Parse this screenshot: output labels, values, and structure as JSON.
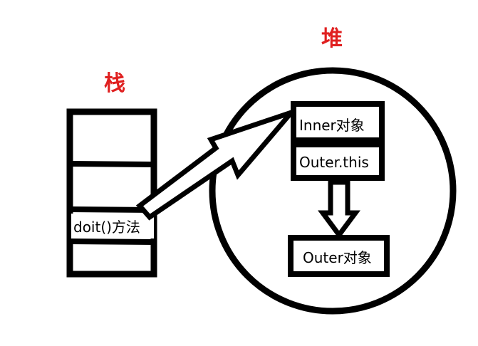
{
  "stack": {
    "title": "栈",
    "method_label": "doit()方法"
  },
  "heap": {
    "title": "堆",
    "inner_label": "Inner对象",
    "outer_this_label": "Outer.this",
    "outer_label": "Outer对象"
  },
  "colors": {
    "title": "#e02020",
    "stroke": "#000000",
    "background": "#ffffff"
  }
}
